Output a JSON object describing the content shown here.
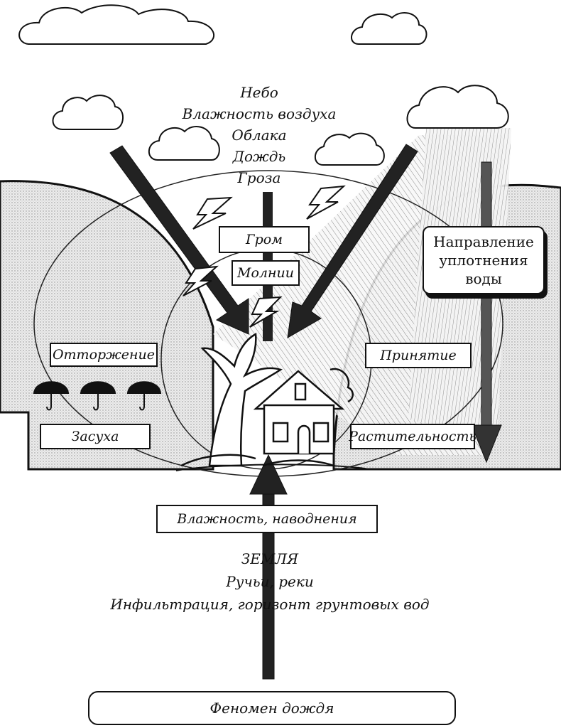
{
  "sky": {
    "lines": [
      "Небо",
      "Влажность воздуха",
      "Облака",
      "Дождь",
      "Гроза"
    ]
  },
  "boxes": {
    "thunder": "Гром",
    "lightning": "Молнии",
    "direction": "Направление уплотнения воды",
    "rejection": "Отторжение",
    "acceptance": "Принятие",
    "drought": "Засуха",
    "vegetation": "Растительность",
    "humidity_floods": "Влажность, наводнения"
  },
  "earth": {
    "lines": [
      "ЗЕМЛЯ",
      "Ручьи, реки",
      "Инфильтрация, горизонт грунтовых вод"
    ]
  },
  "caption": "Феномен дождя"
}
